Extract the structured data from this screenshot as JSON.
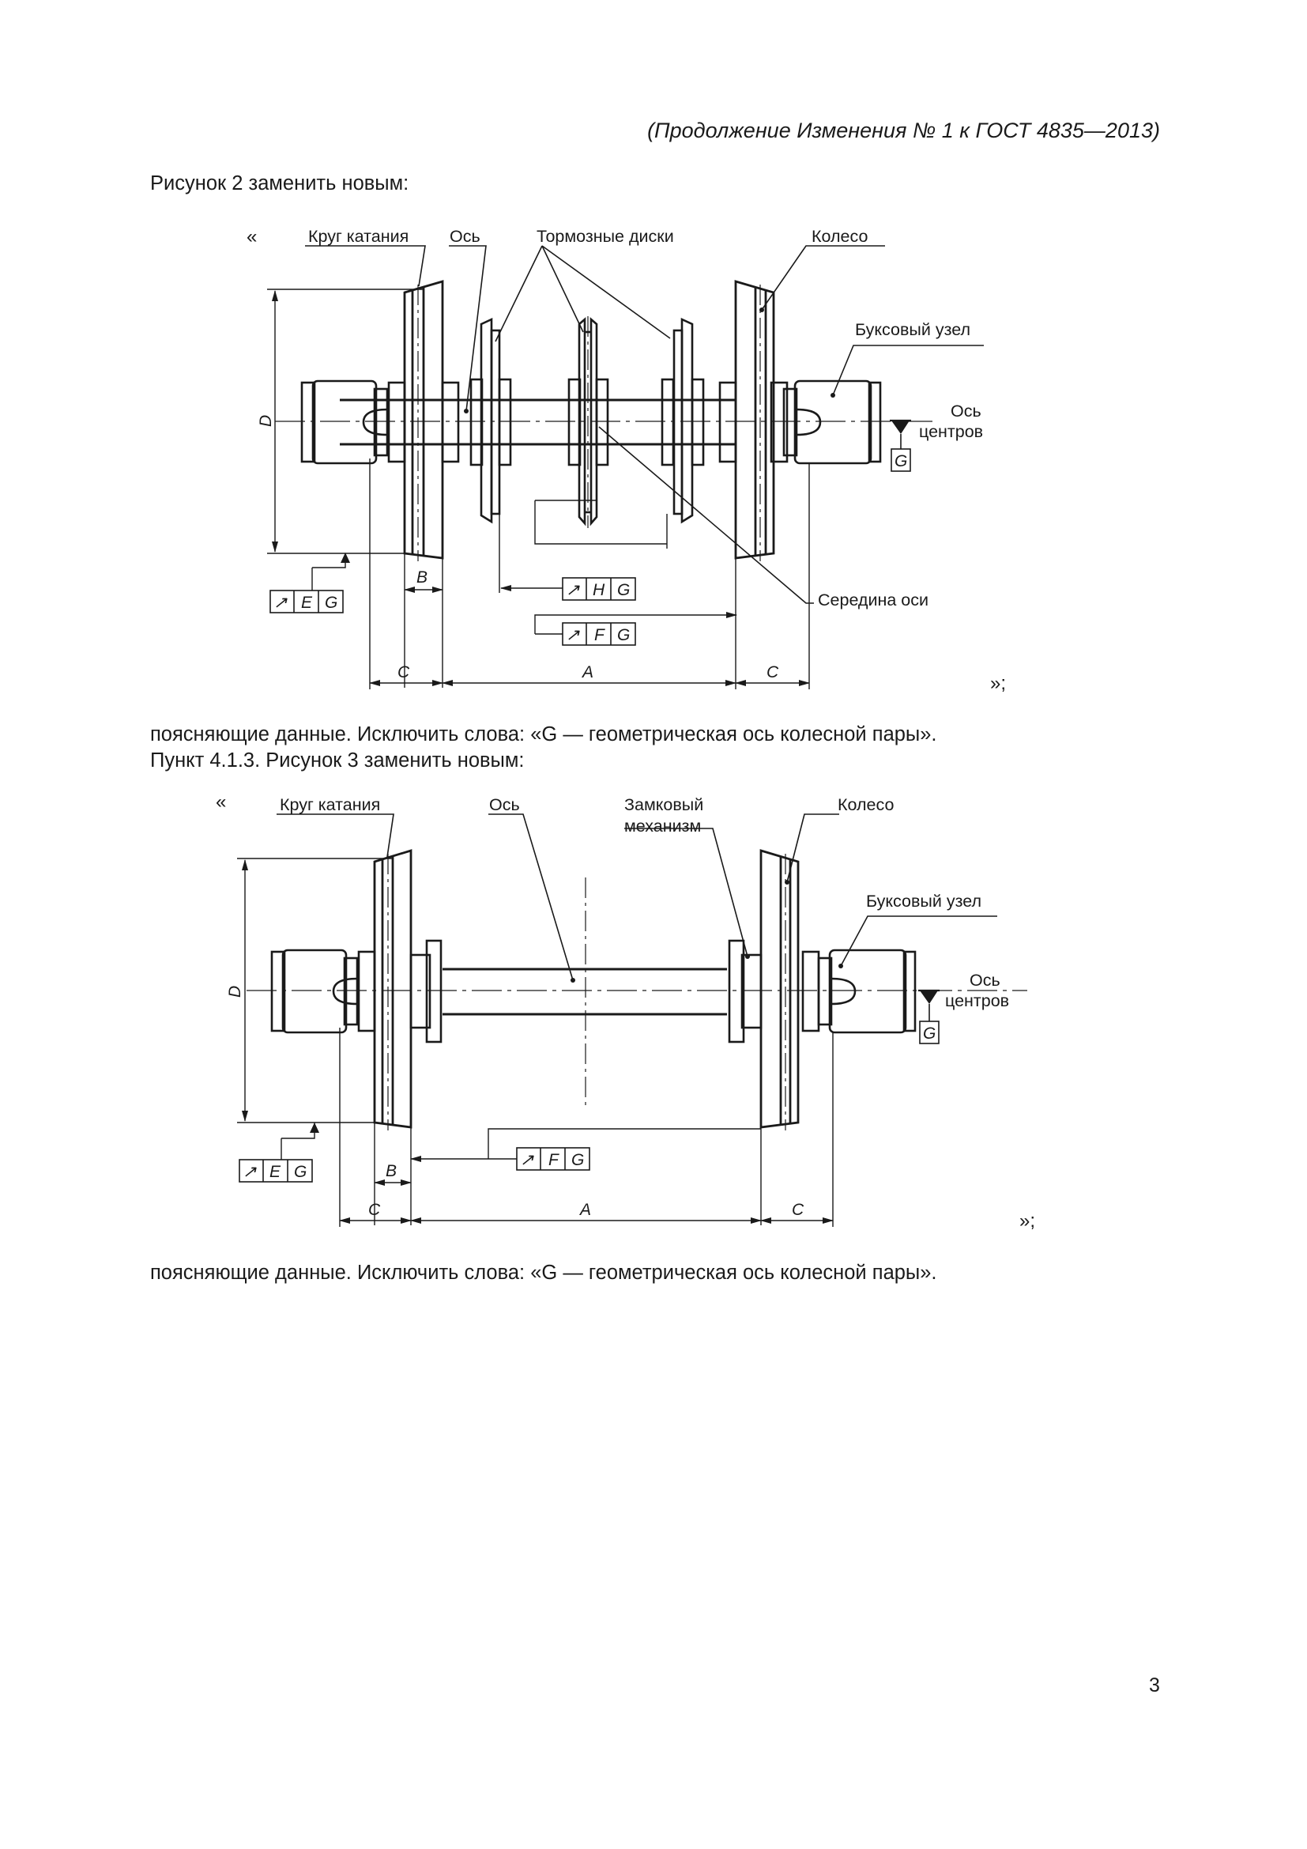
{
  "header": {
    "text": "(Продолжение Изменения № 1 к ГОСТ 4835—2013)"
  },
  "paragraphs": {
    "p1": "Рисунок 2 заменить новым:",
    "p2": "поясняющие данные. Исключить слова: «G — геометрическая ось колесной пары».",
    "p3": "Пункт 4.1.3. Рисунок 3 заменить новым:",
    "p4": "поясняющие данные. Исключить слова: «G — геометрическая ось колесной пары»."
  },
  "figure2": {
    "open_quote": "«",
    "close_quote": "»;",
    "labels": {
      "rolling_circle": "Круг катания",
      "axle": "Ось",
      "brake_discs": "Тормозные диски",
      "wheel": "Колесо",
      "axlebox": "Буксовый узел",
      "centers_axis_1": "Ось",
      "centers_axis_2": "центров",
      "axle_middle": "Середина оси"
    },
    "dims": {
      "d": "D",
      "b": "B",
      "a": "A",
      "c_left": "C",
      "c_right": "C"
    },
    "datum": "G",
    "frames": {
      "left": {
        "sym": "↗",
        "ref1": "E",
        "ref2": "G"
      },
      "middle": {
        "sym": "↗",
        "ref1": "H",
        "ref2": "G"
      },
      "lower": {
        "sym": "↗",
        "ref1": "F",
        "ref2": "G"
      }
    }
  },
  "figure3": {
    "open_quote": "«",
    "close_quote": "»;",
    "labels": {
      "rolling_circle": "Круг катания",
      "axle": "Ось",
      "lock_1": "Замковый",
      "lock_2": "механизм",
      "wheel": "Колесо",
      "axlebox": "Буксовый узел",
      "centers_axis_1": "Ось",
      "centers_axis_2": "центров"
    },
    "dims": {
      "d": "D",
      "b": "B",
      "a": "A",
      "c_left": "C",
      "c_right": "C"
    },
    "datum": "G",
    "frames": {
      "left": {
        "sym": "↗",
        "ref1": "E",
        "ref2": "G"
      },
      "middle": {
        "sym": "↗",
        "ref1": "F",
        "ref2": "G"
      }
    }
  },
  "page_number": "3"
}
